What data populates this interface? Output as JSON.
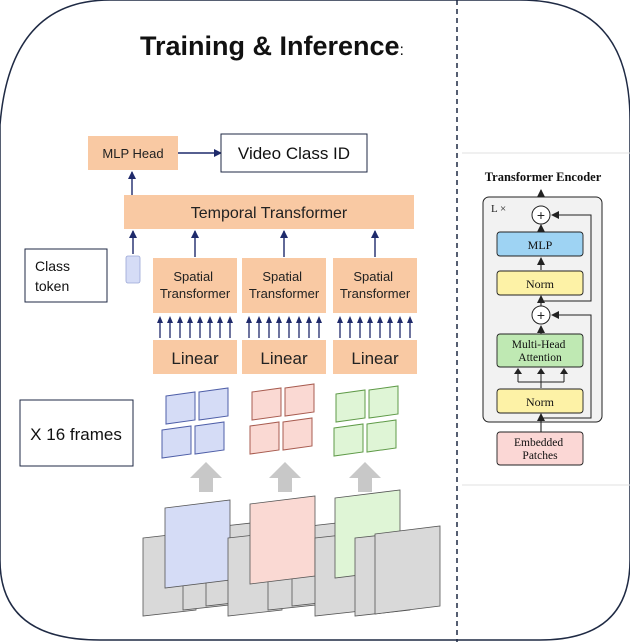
{
  "main_panel": {
    "title": "Training & Inference",
    "title_suffix": ":"
  },
  "model": {
    "mlp_head": "MLP Head",
    "output": "Video Class ID",
    "temporal_transformer": "Temporal Transformer",
    "class_token": [
      "Class",
      "token"
    ],
    "spatial_transformers": [
      {
        "line1": "Spatial",
        "line2": "Transformer"
      },
      {
        "line1": "Spatial",
        "line2": "Transformer"
      },
      {
        "line1": "Spatial",
        "line2": "Transformer"
      }
    ],
    "linear_layers": [
      "Linear",
      "Linear",
      "Linear"
    ],
    "frames_label": "X 16 frames"
  },
  "colors": {
    "orange": "#f9c9a3",
    "blue_patch": "#d5dcf6",
    "blue_stroke": "#4f5fa8",
    "pink_patch": "#fad9d3",
    "pink_stroke": "#a85c50",
    "green_patch": "#dff5d6",
    "green_stroke": "#5f9a48",
    "grey_frame": "#d9d9d9",
    "arrow_navy": "#1f2a6b"
  },
  "encoder": {
    "title": "Transformer Encoder",
    "repeat": "L ×",
    "mlp": "MLP",
    "norm_top": "Norm",
    "attention": [
      "Multi-Head",
      "Attention"
    ],
    "norm_bottom": "Norm",
    "embedded": [
      "Embedded",
      "Patches"
    ],
    "plus_symbol": "+",
    "colors": {
      "mlp": "#9ed3f3",
      "norm": "#fdf2a6",
      "attention": "#bfe9b3",
      "embedded": "#fbd7d5",
      "panel": "#f2f2f2"
    }
  }
}
